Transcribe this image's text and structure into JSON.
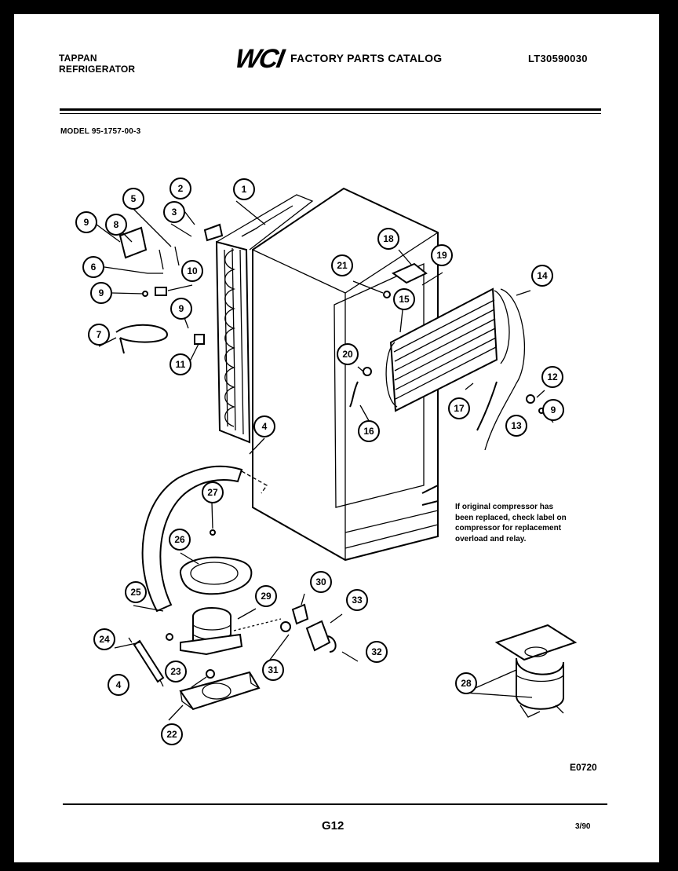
{
  "header": {
    "brand_line1": "TAPPAN",
    "brand_line2": "REFRIGERATOR",
    "logo": "WCI",
    "catalog_title": "FACTORY PARTS CATALOG",
    "catalog_number": "LT30590030"
  },
  "model": "MODEL 95-1757-00-3",
  "note_lines": [
    "If original compressor has",
    "been replaced, check label on",
    "compressor for replacement",
    "overload and relay."
  ],
  "figure_code": "E0720",
  "footer": {
    "page": "G12",
    "date": "3/90"
  },
  "callouts": [
    "1",
    "2",
    "3",
    "4",
    "4",
    "5",
    "6",
    "7",
    "8",
    "9",
    "9",
    "9",
    "9",
    "10",
    "11",
    "12",
    "13",
    "14",
    "15",
    "16",
    "17",
    "18",
    "19",
    "20",
    "21",
    "22",
    "23",
    "24",
    "25",
    "26",
    "27",
    "28",
    "29",
    "30",
    "31",
    "32",
    "33"
  ],
  "colors": {
    "background": "#000000",
    "paper": "#ffffff",
    "ink": "#000000"
  }
}
